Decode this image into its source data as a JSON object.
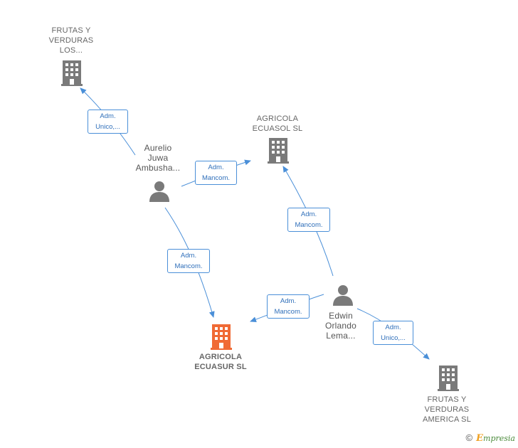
{
  "nodes": {
    "frutas_los": {
      "lines": [
        "FRUTAS Y",
        "VERDURAS",
        "LOS..."
      ]
    },
    "agricola_ecuasol": {
      "lines": [
        "AGRICOLA",
        "ECUASOL  SL"
      ]
    },
    "agricola_ecuasur": {
      "lines": [
        "AGRICOLA",
        "ECUASUR  SL"
      ]
    },
    "frutas_america": {
      "lines": [
        "FRUTAS Y",
        "VERDURAS",
        "AMERICA  SL"
      ]
    },
    "aurelio": {
      "lines": [
        "Aurelio",
        "Juwa",
        "Ambusha..."
      ]
    },
    "edwin": {
      "lines": [
        "Edwin",
        "Orlando",
        "Lema..."
      ]
    }
  },
  "edges": {
    "aurelio_frutas_los": [
      "Adm.",
      "Unico,..."
    ],
    "aurelio_ecuasol": [
      "Adm.",
      "Mancom."
    ],
    "aurelio_ecuasur": [
      "Adm.",
      "Mancom."
    ],
    "edwin_ecuasol": [
      "Adm.",
      "Mancom."
    ],
    "edwin_ecuasur": [
      "Adm.",
      "Mancom."
    ],
    "edwin_frutas_america": [
      "Adm.",
      "Unico,..."
    ]
  },
  "colors": {
    "company_icon": "#7a7a7a",
    "highlight_icon": "#f06a35",
    "person_icon": "#7a7a7a",
    "edge": "#4a8fd8"
  },
  "footer": {
    "copyright": "©",
    "brand_initial": "E",
    "brand_rest": "mpresia"
  }
}
